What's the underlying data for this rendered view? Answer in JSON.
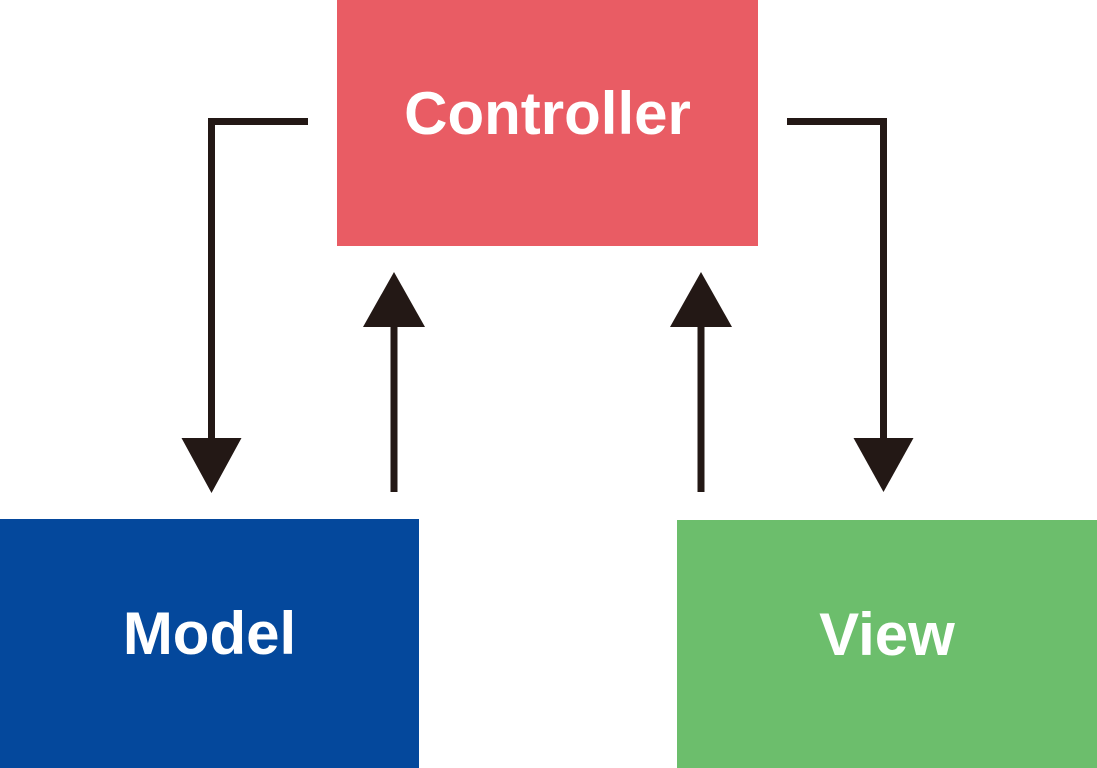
{
  "diagram": {
    "type": "architecture-diagram",
    "pattern": "MVC",
    "background_color": "#FFFFFF",
    "arrow_color": "#231815",
    "nodes": {
      "controller": {
        "label": "Controller",
        "fill": "#E95C64",
        "text_color": "#FFFFFF",
        "position": "top-center"
      },
      "model": {
        "label": "Model",
        "fill": "#04489C",
        "text_color": "#FFFFFF",
        "position": "bottom-left"
      },
      "view": {
        "label": "View",
        "fill": "#6CBE6C",
        "text_color": "#FFFFFF",
        "position": "bottom-right"
      }
    },
    "edges": [
      {
        "from": "controller",
        "to": "model",
        "shape": "elbow-down"
      },
      {
        "from": "model",
        "to": "controller",
        "shape": "straight-up"
      },
      {
        "from": "controller",
        "to": "view",
        "shape": "elbow-down"
      },
      {
        "from": "view",
        "to": "controller",
        "shape": "straight-up"
      }
    ]
  }
}
